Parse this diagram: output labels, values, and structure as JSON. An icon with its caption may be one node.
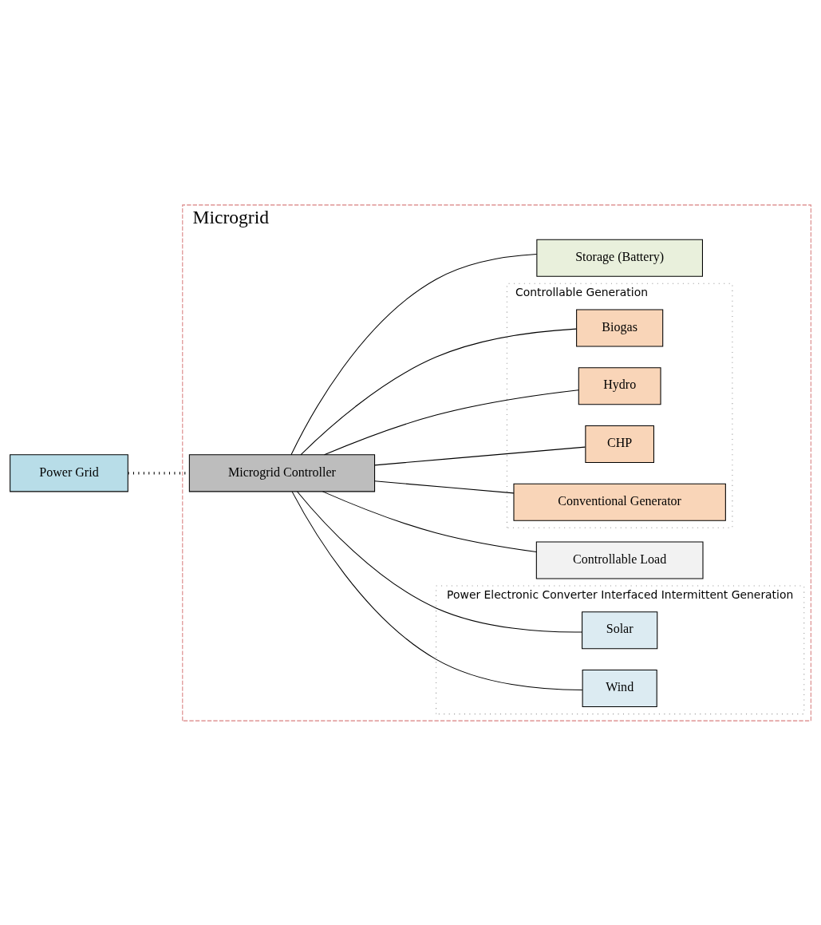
{
  "diagram": {
    "nodes": [
      {
        "text": [
          "Power Grid"
        ]
      },
      {
        "text": [
          "Microgrid"
        ]
      },
      {
        "text": [
          "Microgrid Controller"
        ],
        "in": 1
      },
      {
        "text": [
          "Power Electronic Converter Interfaced Intermittent Generation"
        ],
        "in": 1
      },
      {
        "text": [
          "Solar"
        ],
        "in": 3
      },
      {
        "text": [
          "Wind"
        ],
        "in": 3
      },
      {
        "text": [
          "Controllable Load"
        ],
        "in": 1
      },
      {
        "text": [
          "Controllable Generation"
        ],
        "in": 1
      },
      {
        "text": [
          "Biogas"
        ],
        "in": 7
      },
      {
        "text": [
          "Storage (Battery)"
        ],
        "in": 1
      },
      {
        "text": [
          "Hydro"
        ],
        "in": 7
      },
      {
        "text": [
          "CHP"
        ],
        "in": 7
      },
      {
        "text": [
          "Conventional Generator"
        ],
        "in": 7
      }
    ],
    "edges": [
      {
        "from": 0,
        "to": 2,
        "arrow": "none",
        "style": "dashed"
      },
      {
        "from": 2,
        "to": 4,
        "arrow": "none"
      },
      {
        "from": 2,
        "to": 5,
        "arrow": "none"
      },
      {
        "from": 2,
        "to": 6,
        "arrow": "none"
      },
      {
        "from": 2,
        "to": 8,
        "arrow": "none"
      },
      {
        "from": 2,
        "to": 9,
        "arrow": "none"
      },
      {
        "from": 2,
        "to": 10,
        "arrow": "none"
      },
      {
        "from": 2,
        "to": 11,
        "arrow": "none"
      },
      {
        "from": 2,
        "to": 12,
        "arrow": "none"
      }
    ]
  }
}
